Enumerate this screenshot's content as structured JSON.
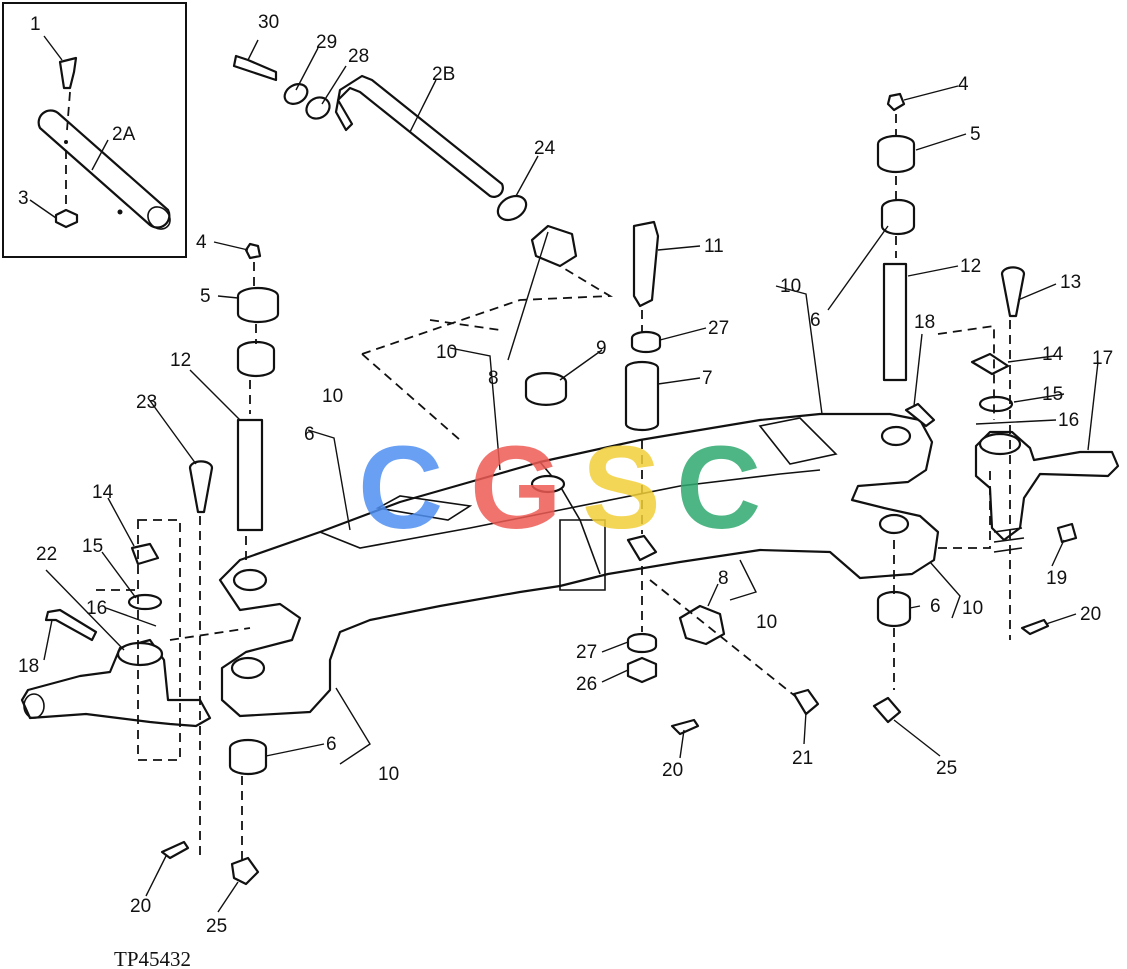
{
  "figure_ref": "TP45432",
  "watermark": {
    "text": "CGSC",
    "letters": [
      {
        "ch": "C",
        "color": "#4f8ff2"
      },
      {
        "ch": "G",
        "color": "#ef5a55"
      },
      {
        "ch": "S",
        "color": "#f2cf3a"
      },
      {
        "ch": "C",
        "color": "#2fa96e"
      }
    ]
  },
  "callouts": {
    "c1": "1",
    "c2A": "2A",
    "c3": "3",
    "c30": "30",
    "c29": "29",
    "c28": "28",
    "c2B": "2B",
    "c24": "24",
    "c4a": "4",
    "c5a": "5",
    "c4b": "4",
    "c5b": "5",
    "c11": "11",
    "c12a": "12",
    "c12b": "12",
    "c13": "13",
    "c10a": "10",
    "c6a": "6",
    "c27a": "27",
    "c9": "9",
    "c10b": "10",
    "c7": "7",
    "c8a": "8",
    "c10c": "10",
    "c6b": "6",
    "c23": "23",
    "c18a": "18",
    "c14a": "14",
    "c15a": "15",
    "c16a": "16",
    "c17": "17",
    "c14b": "14",
    "c15b": "15",
    "c16b": "16",
    "c22": "22",
    "c18b": "18",
    "c19": "19",
    "c8b": "8",
    "c10d": "10",
    "c6c": "6",
    "c10e": "10",
    "c20a": "20",
    "c27b": "27",
    "c26": "26",
    "c21": "21",
    "c20b": "20",
    "c25a": "25",
    "c6d": "6",
    "c10f": "10",
    "c20c": "20",
    "c25b": "25"
  }
}
